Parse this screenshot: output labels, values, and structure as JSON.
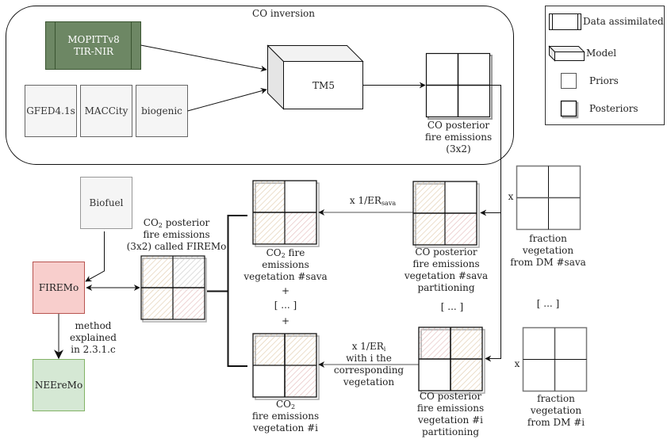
{
  "title": "CO inversion",
  "colors": {
    "data_green": "#6d8764",
    "data_green_border": "#3a5431",
    "prior_fill": "#f5f5f5",
    "firemo_fill": "#f8cecc",
    "firemo_border": "#b85450",
    "neeremo_fill": "#d5e8d4",
    "neeremo_border": "#82b366",
    "hatch_beige": "#e8d8c0",
    "hatch_pink": "#e8c8c8",
    "hatch_grey": "#cfcfcf"
  },
  "co_inversion": {
    "data_assimilated": {
      "line1": "MOPITTv8",
      "line2": "TIR-NIR"
    },
    "priors": [
      "GFED4.1s",
      "MACCity",
      "biogenic"
    ],
    "model": "TM5",
    "co_posterior": {
      "line1": "CO posterior",
      "line2": "fire emissions",
      "line3": "(3x2)"
    }
  },
  "legend": {
    "items": [
      {
        "icon": "data-assimilated-icon",
        "label": "Data assimilated"
      },
      {
        "icon": "model-icon",
        "label": "Model"
      },
      {
        "icon": "priors-icon",
        "label": "Priors"
      },
      {
        "icon": "posteriors-icon",
        "label": "Posteriors"
      }
    ]
  },
  "biofuel": "Biofuel",
  "firemo": "FIREMo",
  "neeremo": "NEEreMo",
  "method": {
    "line1": "method",
    "line2": "explained",
    "line3": "in 2.3.1.c"
  },
  "co2_posterior": {
    "line1_pre": "CO",
    "line1_sub": "2",
    "line1_post": " posterior",
    "line2": "fire emissions",
    "line3": "(3x2) called FIREMo"
  },
  "sava": {
    "co2": {
      "line1_pre": "CO",
      "line1_sub": "2",
      "line1_post": " fire",
      "line2": "emissions",
      "line3": "vegetation #sava"
    },
    "ratio": {
      "pre": "x 1/ER",
      "sub": "sava"
    },
    "co_partition": {
      "line1": "CO posterior",
      "line2": "fire emissions",
      "line3": "vegetation #sava",
      "line4": "partitioning"
    },
    "fraction": {
      "mult": "x",
      "line1": "fraction",
      "line2": "vegetation",
      "line3": "from DM #sava"
    }
  },
  "plus1": "+",
  "ellipsis": "[ ... ]",
  "plus2": "+",
  "ellipsis_co": "[ ... ]",
  "ellipsis_fraction": "[ ... ]",
  "veg_i": {
    "co2": {
      "line1_pre": "CO",
      "line1_sub": "2",
      "line2": "fire emissions",
      "line3": "vegetation #i"
    },
    "ratio": {
      "pre": "x 1/ER",
      "sub": "i",
      "line2": "with i the",
      "line3": "corresponding",
      "line4": "vegetation"
    },
    "co_partition": {
      "line1": "CO posterior",
      "line2": "fire emissions",
      "line3": "vegetation #i",
      "line4": "partitioning"
    },
    "fraction": {
      "mult": "x",
      "line1": "fraction",
      "line2": "vegetation",
      "line3": "from DM #i"
    }
  }
}
